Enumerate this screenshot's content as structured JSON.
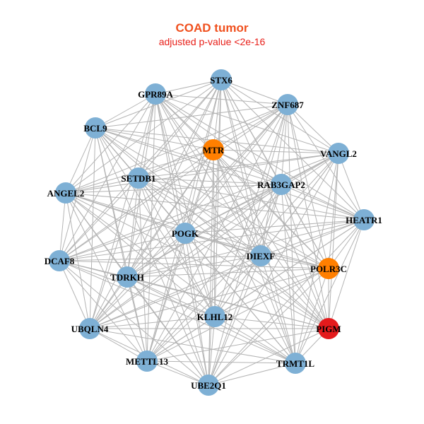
{
  "title": "COAD tumor",
  "subtitle": "adjusted p-value <2e-16",
  "colors": {
    "title": "#f0501e",
    "subtitle": "#e8201a",
    "edge": "#b4b4b4",
    "default_node": "#7eb0d5",
    "orange_node": "#ff7f00",
    "red_node": "#e41a1c"
  },
  "nodes": [
    {
      "id": "STX6",
      "color": "default_node"
    },
    {
      "id": "GPR89A",
      "color": "default_node"
    },
    {
      "id": "ZNF687",
      "color": "default_node"
    },
    {
      "id": "BCL9",
      "color": "default_node"
    },
    {
      "id": "MTR",
      "color": "orange_node"
    },
    {
      "id": "VANGL2",
      "color": "default_node"
    },
    {
      "id": "SETDB1",
      "color": "default_node"
    },
    {
      "id": "RAB3GAP2",
      "color": "default_node"
    },
    {
      "id": "ANGEL2",
      "color": "default_node"
    },
    {
      "id": "HEATR1",
      "color": "default_node"
    },
    {
      "id": "POGK",
      "color": "default_node"
    },
    {
      "id": "DIEXF",
      "color": "default_node"
    },
    {
      "id": "POLR3C",
      "color": "orange_node"
    },
    {
      "id": "DCAF8",
      "color": "default_node"
    },
    {
      "id": "TDRKH",
      "color": "default_node"
    },
    {
      "id": "KLHL12",
      "color": "default_node"
    },
    {
      "id": "UBQLN4",
      "color": "default_node"
    },
    {
      "id": "PIGM",
      "color": "red_node"
    },
    {
      "id": "METTL13",
      "color": "default_node"
    },
    {
      "id": "TRMT1L",
      "color": "default_node"
    },
    {
      "id": "UBE2Q1",
      "color": "default_node"
    }
  ]
}
